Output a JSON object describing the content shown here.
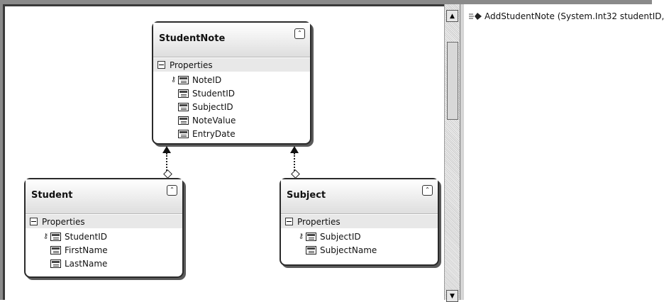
{
  "diagram": {
    "entities": {
      "student_note": {
        "title": "StudentNote",
        "section": "Properties",
        "properties": [
          "NoteID",
          "StudentID",
          "SubjectID",
          "NoteValue",
          "EntryDate"
        ]
      },
      "student": {
        "title": "Student",
        "section": "Properties",
        "properties": [
          "StudentID",
          "FirstName",
          "LastName"
        ]
      },
      "subject": {
        "title": "Subject",
        "section": "Properties",
        "properties": [
          "SubjectID",
          "SubjectName"
        ]
      }
    }
  },
  "scrollbar": {
    "up_icon": "scroll-up-arrow",
    "down_icon": "scroll-down-arrow"
  },
  "method_panel": {
    "items": [
      {
        "icon": "method-icon",
        "label": "AddStudentNote (System.Int32 studentID,"
      }
    ]
  }
}
